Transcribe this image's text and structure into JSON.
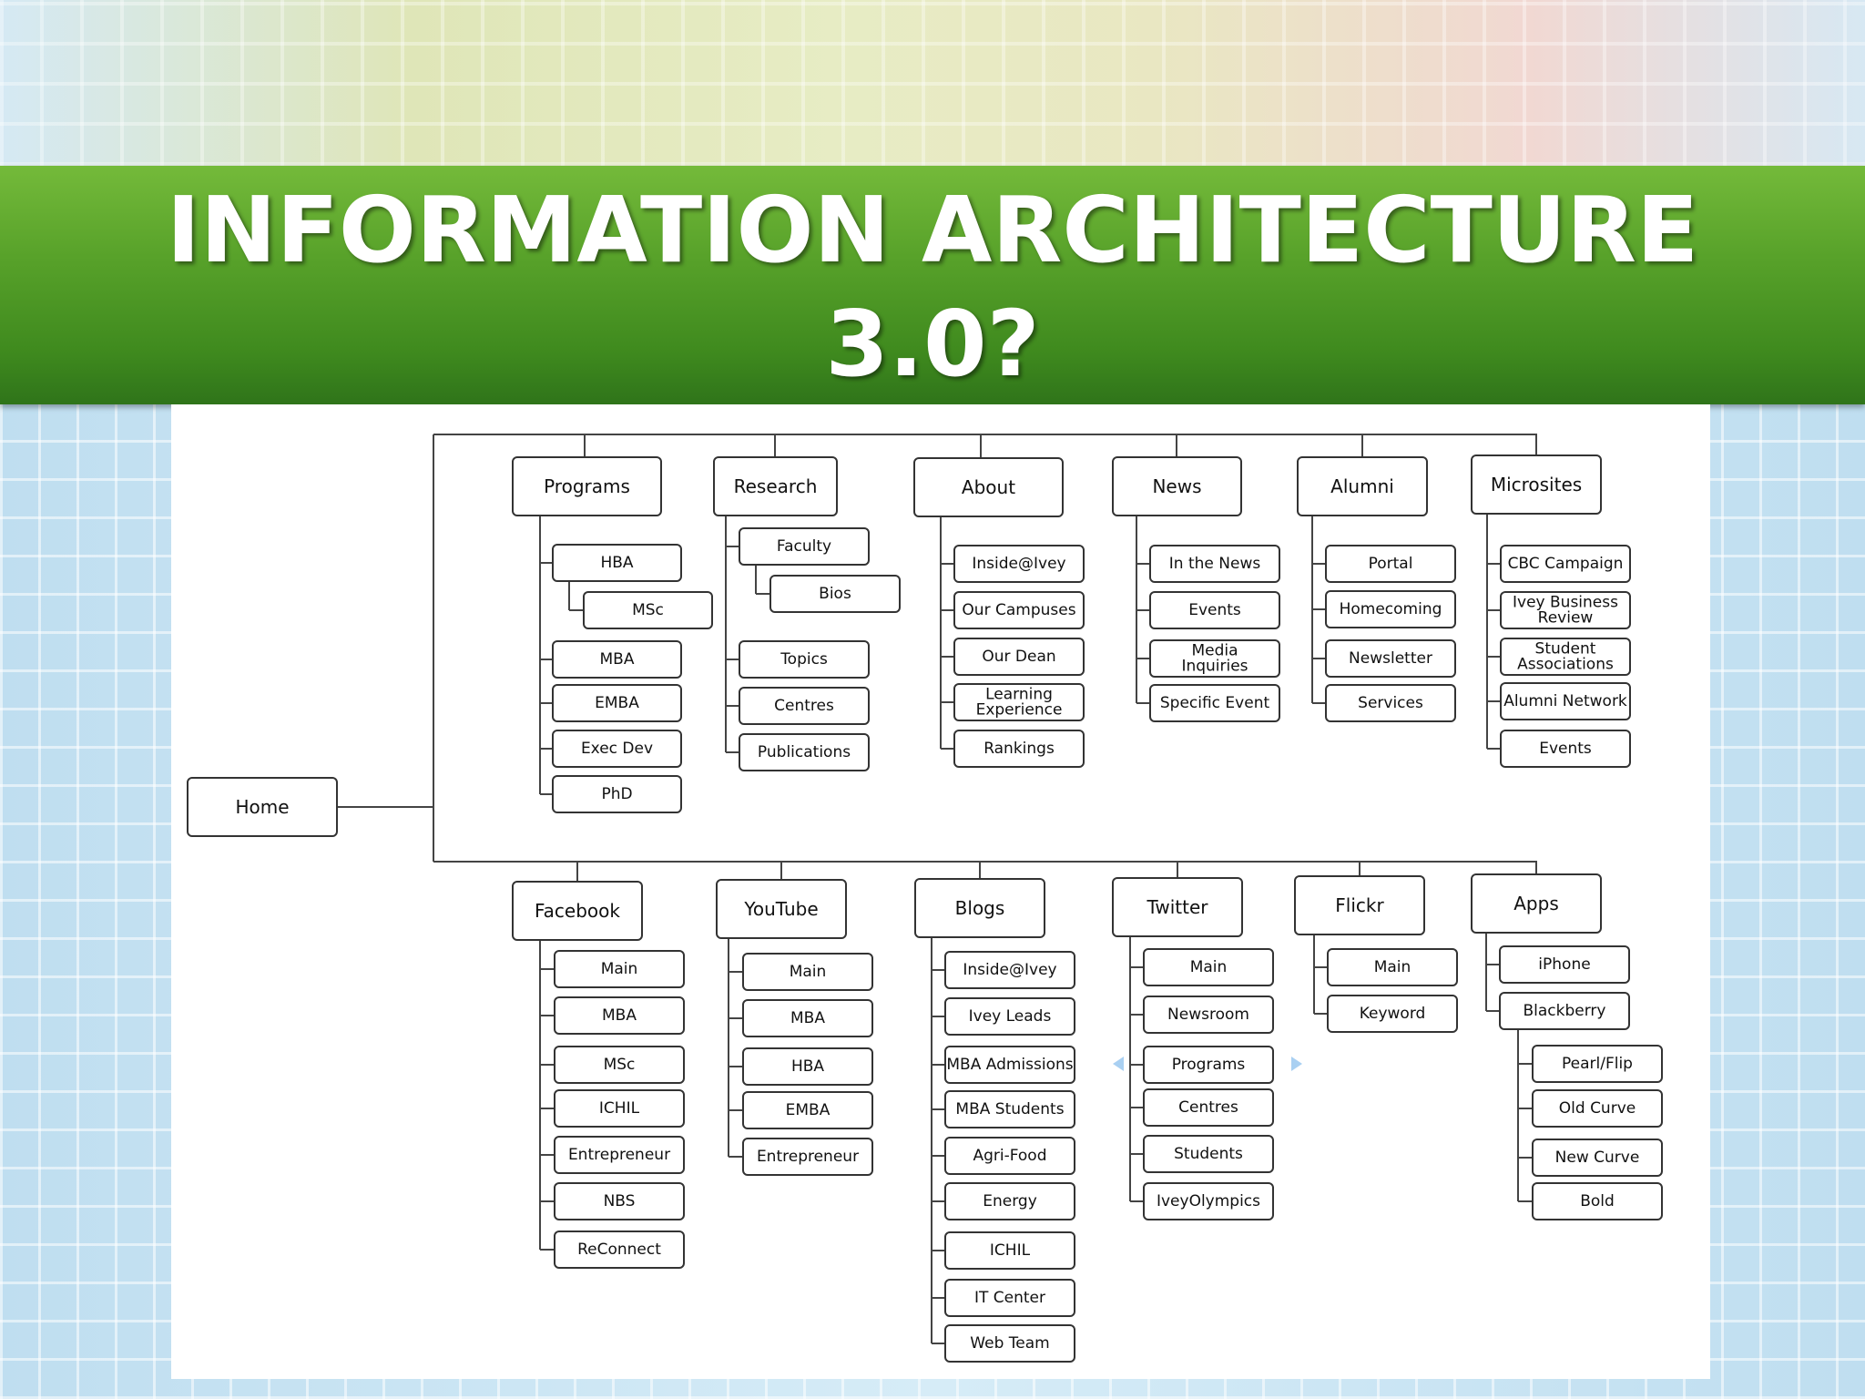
{
  "title": {
    "line1": "INFORMATION ARCHITECTURE",
    "line2": "3.0?"
  },
  "diagram": {
    "root": "Home",
    "top_sections": [
      {
        "label": "Programs",
        "children": [
          "HBA",
          "MSc",
          "MBA",
          "EMBA",
          "Exec Dev",
          "PhD"
        ]
      },
      {
        "label": "Research",
        "children": [
          "Faculty",
          "Bios",
          "Topics",
          "Centres",
          "Publications"
        ]
      },
      {
        "label": "About",
        "children": [
          "Inside@Ivey",
          "Our Campuses",
          "Our Dean",
          "Learning Experience",
          "Rankings"
        ]
      },
      {
        "label": "News",
        "children": [
          "In the News",
          "Events",
          "Media Inquiries",
          "Specific Event"
        ]
      },
      {
        "label": "Alumni",
        "children": [
          "Portal",
          "Homecoming",
          "Newsletter",
          "Services"
        ]
      },
      {
        "label": "Microsites",
        "children": [
          "CBC Campaign",
          "Ivey Business Review",
          "Student Associations",
          "Alumni Network",
          "Events"
        ]
      }
    ],
    "bottom_sections": [
      {
        "label": "Facebook",
        "children": [
          "Main",
          "MBA",
          "MSc",
          "ICHIL",
          "Entrepreneur",
          "NBS",
          "ReConnect"
        ]
      },
      {
        "label": "YouTube",
        "children": [
          "Main",
          "MBA",
          "HBA",
          "EMBA",
          "Entrepreneur"
        ]
      },
      {
        "label": "Blogs",
        "children": [
          "Inside@Ivey",
          "Ivey Leads",
          "MBA Admissions",
          "MBA Students",
          "Agri-Food",
          "Energy",
          "ICHIL",
          "IT Center",
          "Web Team"
        ]
      },
      {
        "label": "Twitter",
        "children": [
          "Main",
          "Newsroom",
          "Programs",
          "Centres",
          "Students",
          "IveyOlympics"
        ]
      },
      {
        "label": "Flickr",
        "children": [
          "Main",
          "Keyword"
        ]
      },
      {
        "label": "Apps",
        "children": [
          "iPhone",
          "Blackberry",
          "Pearl/Flip",
          "Old Curve",
          "New Curve",
          "Bold"
        ]
      }
    ]
  }
}
